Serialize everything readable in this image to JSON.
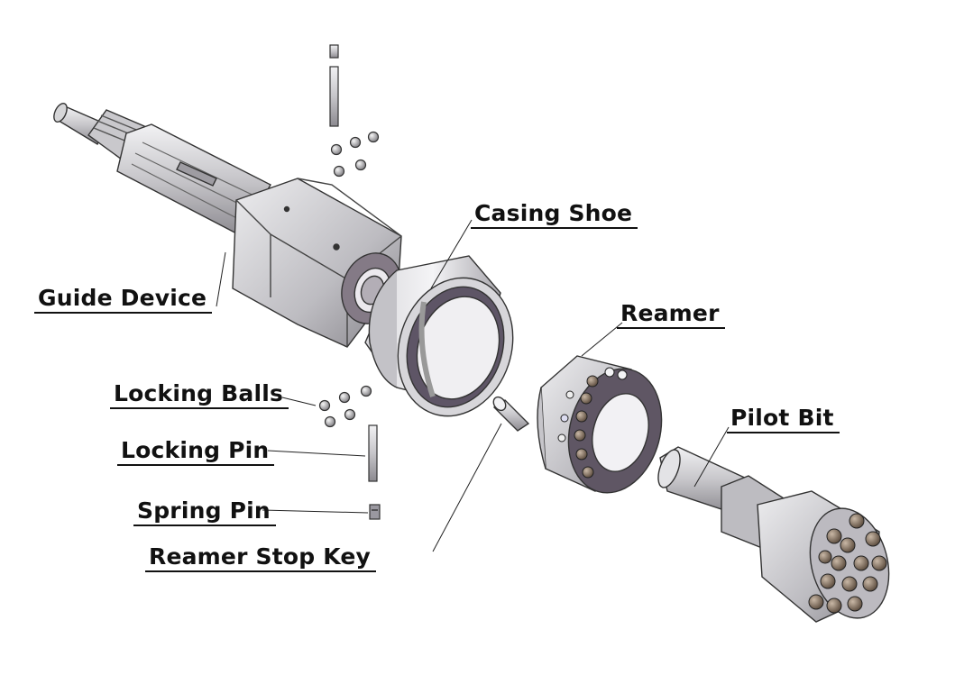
{
  "labels": {
    "casing_shoe": "Casing Shoe",
    "reamer": "Reamer",
    "guide_device": "Guide Device",
    "pilot_bit": "Pilot Bit",
    "locking_balls": "Locking Balls",
    "locking_pin": "Locking Pin",
    "spring_pin": "Spring Pin",
    "reamer_stop_key": "Reamer Stop Key"
  },
  "colors": {
    "metal_light": "#dcdcde",
    "metal_mid": "#b9b8bc",
    "metal_dark": "#7a7880",
    "ring_purple": "#6a6070",
    "carbide_button": "#8a7a6a",
    "outline": "#333333"
  }
}
